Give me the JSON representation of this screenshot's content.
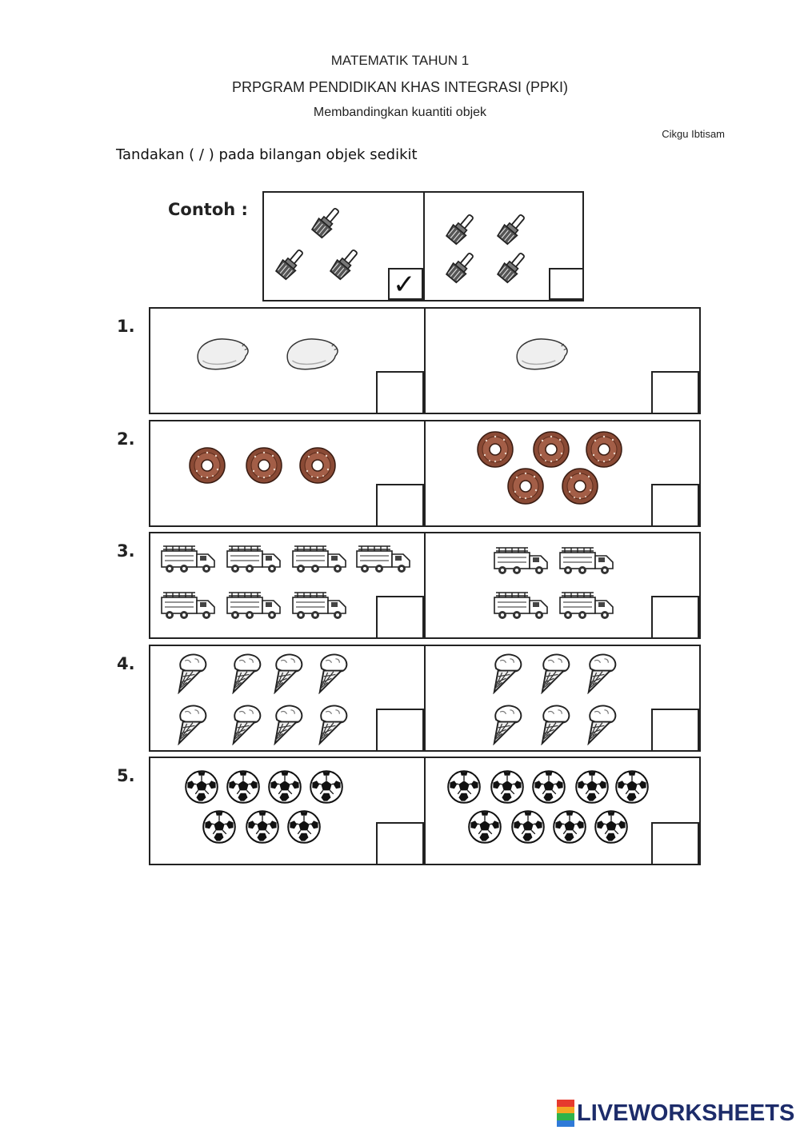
{
  "header": {
    "line1": "MATEMATIK TAHUN 1",
    "line2": "PRPGRAM PENDIDIKAN KHAS INTEGRASI (PPKI)",
    "line3": "Membandingkan kuantiti objek",
    "teacher": "Cikgu Ibtisam"
  },
  "instruction": "Tandakan ( / ) pada bilangan objek sedikit",
  "example": {
    "label": "Contoh :",
    "object": "paintbrush-icon",
    "left_count": 3,
    "right_count": 4,
    "checked": "left",
    "check_mark": "✓"
  },
  "questions": [
    {
      "number": "1.",
      "object": "potato-icon",
      "left_count": 2,
      "right_count": 1
    },
    {
      "number": "2.",
      "object": "donut-icon",
      "left_count": 3,
      "right_count": 5
    },
    {
      "number": "3.",
      "object": "fire-truck-icon",
      "left_count": 7,
      "right_count": 4
    },
    {
      "number": "4.",
      "object": "ice-cream-cone-icon",
      "left_count": 8,
      "right_count": 6
    },
    {
      "number": "5.",
      "object": "soccer-ball-icon",
      "left_count": 7,
      "right_count": 9
    }
  ],
  "footer": {
    "brand": "LIVEWORKSHEETS",
    "badge_colors": [
      "#e63b2e",
      "#f5a623",
      "#2fb34a",
      "#2f7ad8"
    ]
  }
}
